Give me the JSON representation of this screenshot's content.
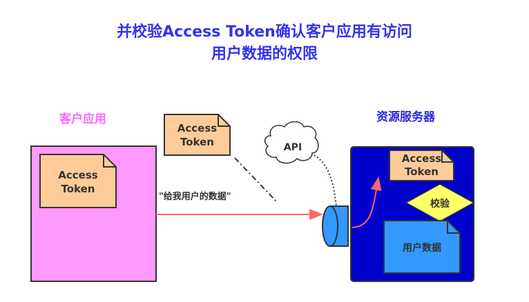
{
  "title": {
    "line1": "并校验Access Token确认客户应用有访问",
    "line2": "用户数据的权限"
  },
  "client": {
    "label": "客户应用",
    "token_line1": "Access",
    "token_line2": "Token",
    "color": "#ff99ff"
  },
  "transit_token": {
    "line1": "Access",
    "line2": "Token"
  },
  "request": {
    "label": "\"给我用户的数据\"",
    "arrow_color": "#ff6666"
  },
  "api": {
    "label": "API"
  },
  "server": {
    "label": "资源服务器",
    "color": "#0000cc",
    "token_line1": "Access",
    "token_line2": "Token",
    "verify_label": "校验",
    "user_data_label": "用户数据"
  },
  "colors": {
    "token_fill": "#ffcc99",
    "verify_fill": "#ffff66",
    "data_fill": "#3399ff",
    "port_fill": "#3399ff"
  }
}
